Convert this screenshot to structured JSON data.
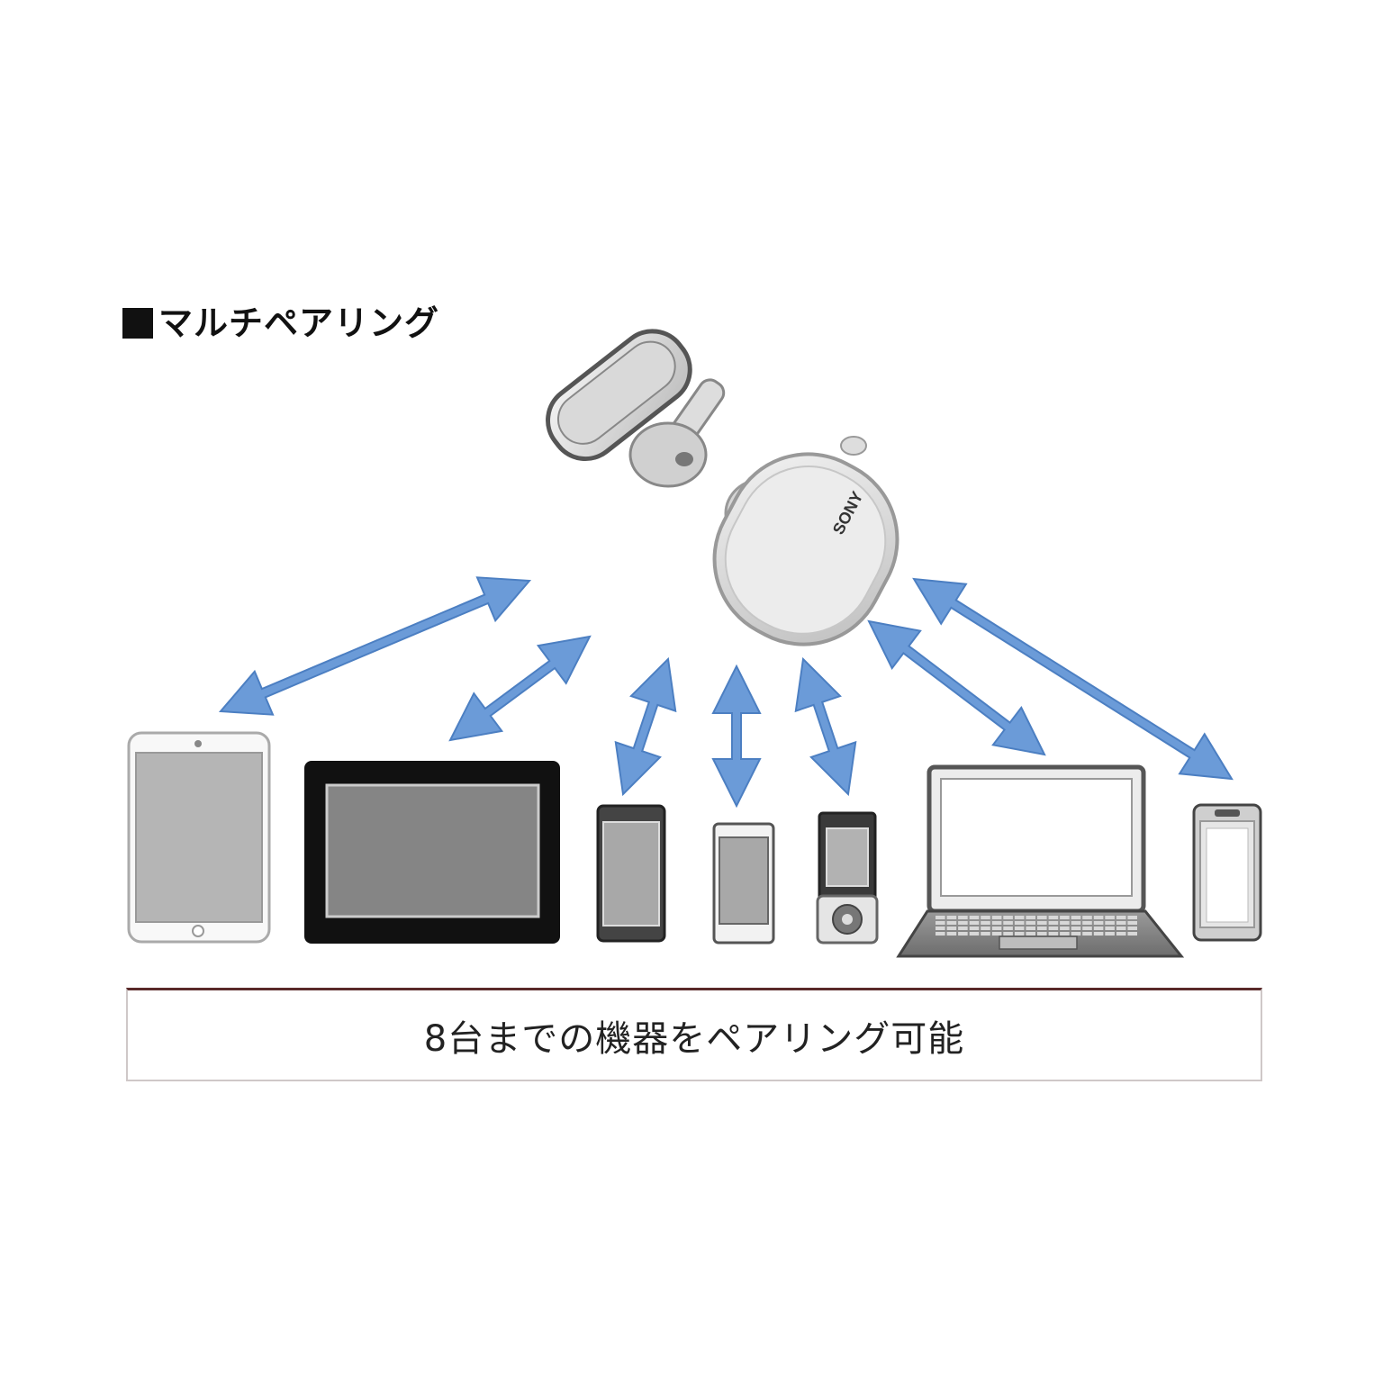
{
  "heading": {
    "label": "マルチペアリング"
  },
  "caption": {
    "label": "8台までの機器をペアリング可能"
  },
  "earbuds": {
    "brand_text": "SONY"
  },
  "colors": {
    "arrow": "#6b9bd8",
    "arrow_stroke": "#4c7fc2",
    "caption_border_top": "#5a2a2a"
  },
  "devices": [
    {
      "name": "tablet-white"
    },
    {
      "name": "tablet-black"
    },
    {
      "name": "smartphone-1"
    },
    {
      "name": "smartphone-2"
    },
    {
      "name": "music-player"
    },
    {
      "name": "laptop"
    },
    {
      "name": "smartphone-3"
    }
  ]
}
